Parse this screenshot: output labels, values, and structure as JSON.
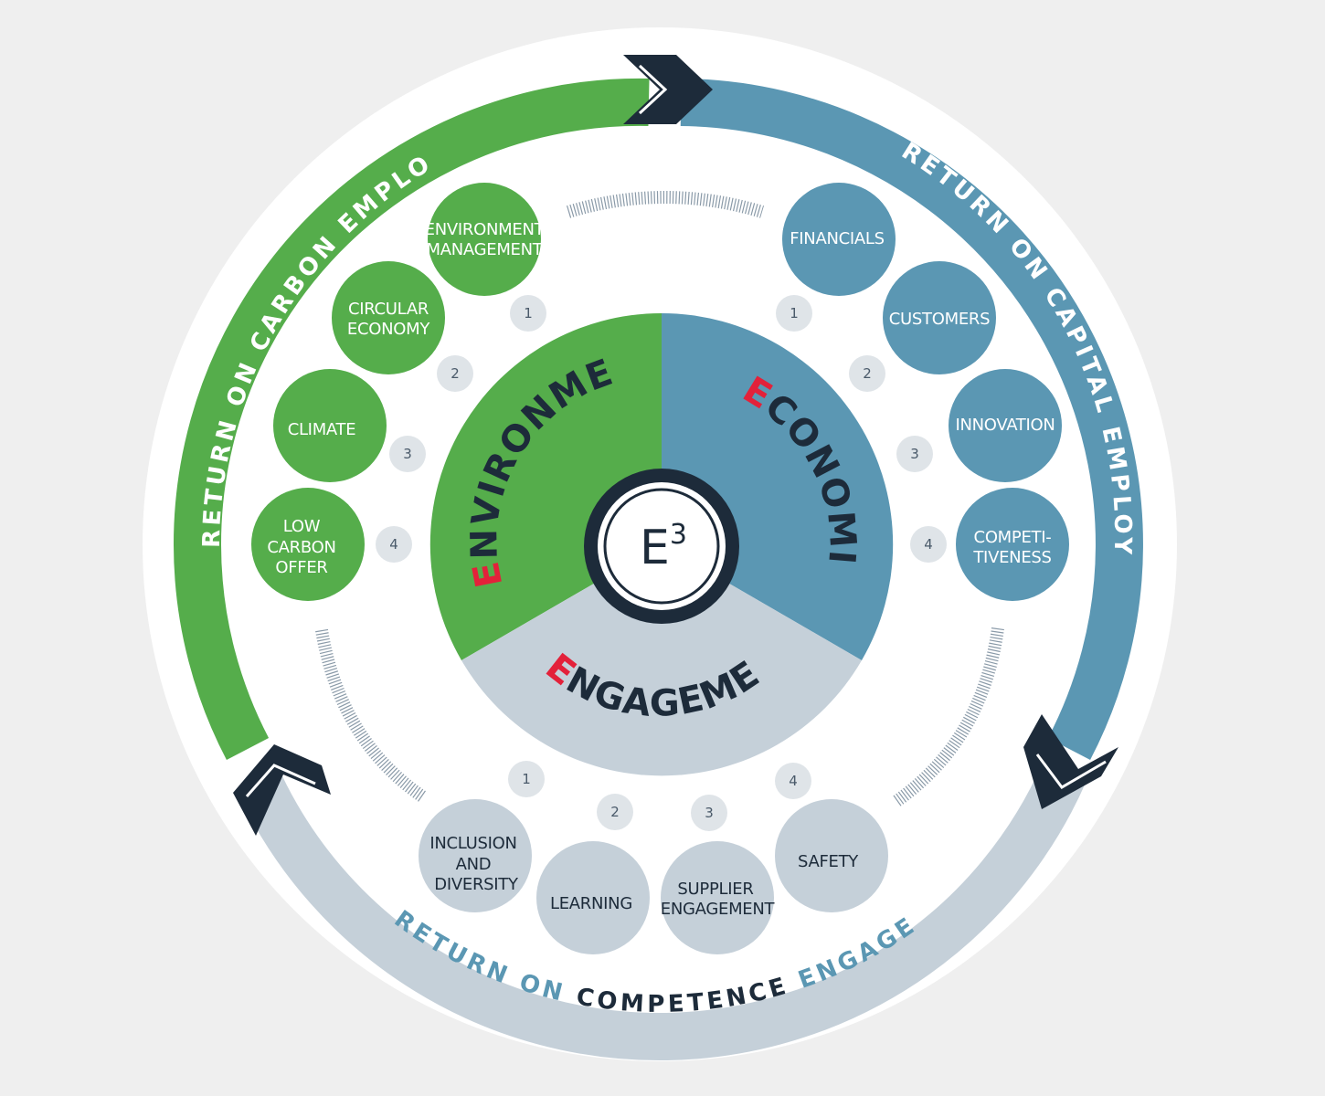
{
  "center": {
    "letter": "E",
    "power": "3"
  },
  "pillars": {
    "environment": {
      "first": "E",
      "rest": "NVIRONMENT"
    },
    "economic": {
      "first": "E",
      "rest": "CONOMIC"
    },
    "engagement": {
      "first": "E",
      "rest": "NGAGEMENT"
    }
  },
  "rings": {
    "carbon": "RETURN ON CARBON EMPLOYED",
    "capital": "RETURN ON CAPITAL EMPLOYED",
    "competence": {
      "part1": "RETURN ON ",
      "part2": "COMPETENCE",
      "part3": " ENGAGED"
    }
  },
  "environment_items": [
    {
      "num": "1",
      "lines": [
        "ENVIRONMENT",
        "MANAGEMENT"
      ]
    },
    {
      "num": "2",
      "lines": [
        "CIRCULAR",
        "ECONOMY"
      ]
    },
    {
      "num": "3",
      "lines": [
        "CLIMATE"
      ]
    },
    {
      "num": "4",
      "lines": [
        "LOW",
        "CARBON",
        "OFFER"
      ]
    }
  ],
  "economic_items": [
    {
      "num": "1",
      "lines": [
        "FINANCIALS"
      ]
    },
    {
      "num": "2",
      "lines": [
        "CUSTOMERS"
      ]
    },
    {
      "num": "3",
      "lines": [
        "INNOVATION"
      ]
    },
    {
      "num": "4",
      "lines": [
        "COMPETI-",
        "TIVENESS"
      ]
    }
  ],
  "engagement_items": [
    {
      "num": "1",
      "lines": [
        "INCLUSION",
        "AND",
        "DIVERSITY"
      ]
    },
    {
      "num": "2",
      "lines": [
        "LEARNING"
      ]
    },
    {
      "num": "3",
      "lines": [
        "SUPPLIER",
        "ENGAGEMENT"
      ]
    },
    {
      "num": "4",
      "lines": [
        "SAFETY"
      ]
    }
  ],
  "colors": {
    "green": "#55ad4b",
    "blue": "#5b97b3",
    "grey": "#c5d0d9",
    "navy": "#1d2b3a",
    "red": "#e3213a"
  }
}
